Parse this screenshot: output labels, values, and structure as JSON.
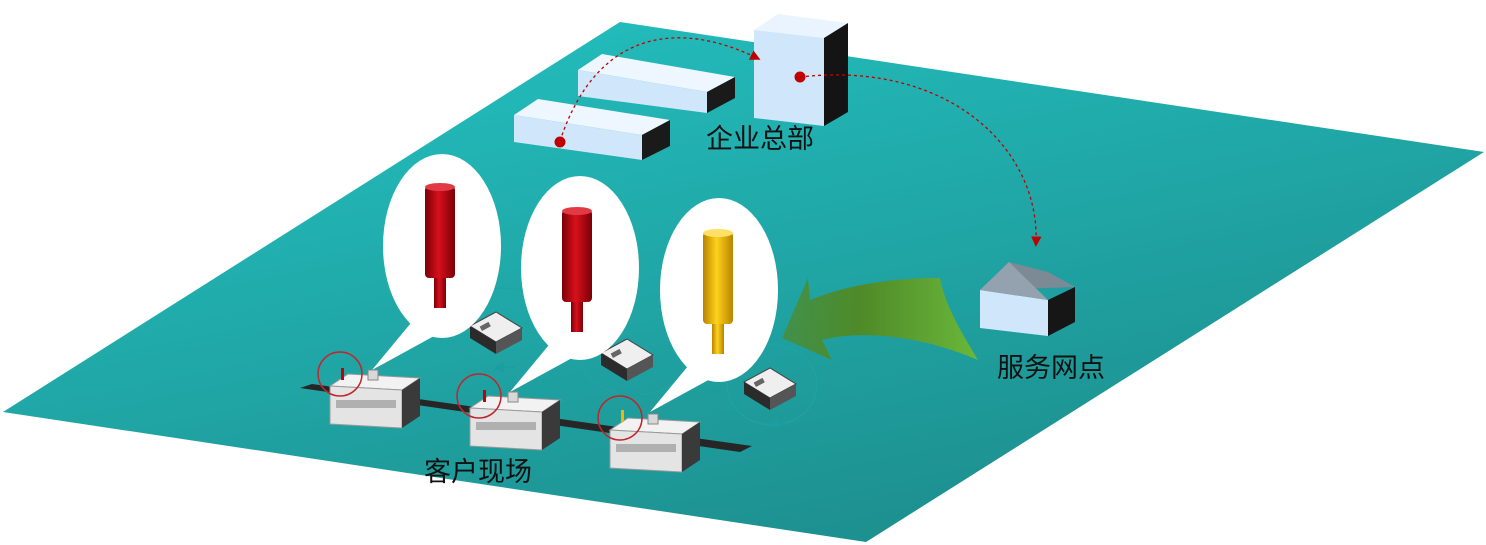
{
  "labels": {
    "hq": "企业总部",
    "service": "服务网点",
    "customer": "客户现场"
  },
  "sensors": [
    {
      "status": "fault",
      "color": "#c0000d"
    },
    {
      "status": "fault",
      "color": "#c0000d"
    },
    {
      "status": "warning",
      "color": "#f2b705"
    }
  ],
  "colors": {
    "ground": "#22b5b5",
    "flow_arrow": "#c00000",
    "dispatch_arrow": "#5a9a2a",
    "highlight_circle": "#c0262c"
  }
}
